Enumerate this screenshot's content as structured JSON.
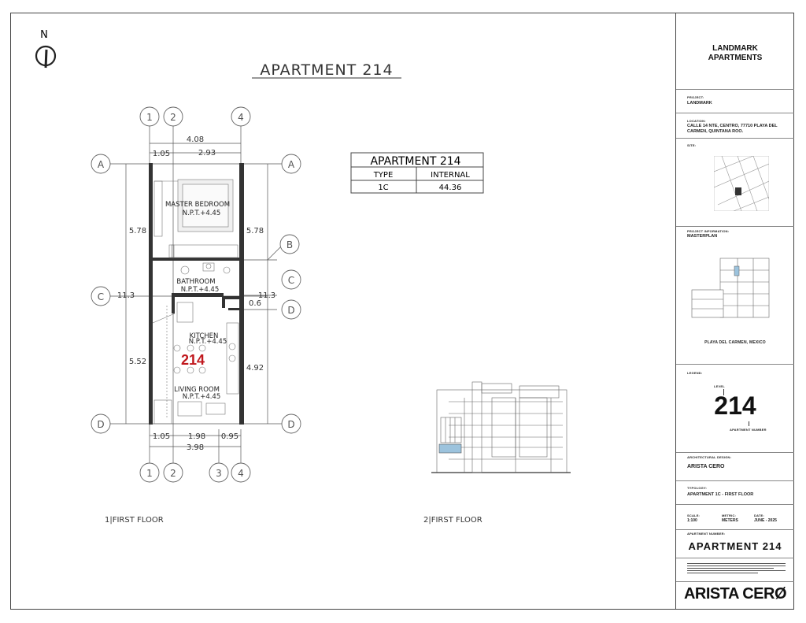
{
  "drawing": {
    "north_label": "N",
    "title": "APARTMENT 214",
    "unit_table": {
      "title": "APARTMENT 214",
      "headers": [
        "TYPE",
        "INTERNAL"
      ],
      "row": [
        "1C",
        "44.36"
      ]
    },
    "view1_label": "1|FIRST FLOOR",
    "view2_label": "2|FIRST FLOOR",
    "grid": {
      "cols_top": [
        "1",
        "2",
        "4"
      ],
      "cols_bottom": [
        "1",
        "2",
        "3",
        "4"
      ],
      "rows_left": [
        "A",
        "C",
        "D"
      ],
      "rows_right": [
        "A",
        "B",
        "C",
        "D"
      ]
    },
    "dims": {
      "top_total": "4.08",
      "top_a": "1.05",
      "top_b": "2.93",
      "left_upper": "5.78",
      "left_total": "11.3",
      "left_lower": "5.52",
      "right_upper": "5.78",
      "right_total": "11.3",
      "right_mid": "0.6",
      "right_lower": "4.92",
      "bot_a": "1.05",
      "bot_b": "1.98",
      "bot_c": "0.95",
      "bot_total": "3.98"
    },
    "rooms": [
      {
        "name": "MASTER BEDROOM",
        "level": "N.P.T.+4.45"
      },
      {
        "name": "BATHROOM",
        "level": "N.P.T.+4.45"
      },
      {
        "name": "KITCHEN",
        "level": "N.P.T.+4.45"
      },
      {
        "name": "LIVING ROOM",
        "level": "N.P.T.+4.45"
      }
    ],
    "unit_number": "214",
    "accent_red": "#c0181d",
    "highlight_blue": "#9cc3dd"
  },
  "title_block": {
    "heading": "LANDMARK\nAPARTMENTS",
    "project_label": "PROJECT:",
    "project_value": "LANDMARK",
    "location_label": "LOCATION:",
    "location_value": "CALLE 14 NTE, CENTRO, 77710 PLAYA DEL CARMEN, QUINTANA ROO.",
    "site_label": "SITE:",
    "project_info_label": "PROJECT INFORMATION:",
    "project_info_value": "MASTERPLAN",
    "masterplan_caption": "PLAYA DEL CARMEN, MEXICO",
    "legend_label": "LEGEND:",
    "level_label": "LEVEL",
    "level_number": "214",
    "apt_number_caption": "APARTMENT NUMBER",
    "arch_label": "ARCHITECTURAL DESIGN:",
    "arch_value": "ARISTA CERO",
    "typology_label": "TYPOLOGY:",
    "typology_value": "APARTMENT 1C - FIRST FLOOR",
    "scale_label": "SCALE:",
    "scale_value": "1:100",
    "metric_label": "METRIC:",
    "metric_value": "METERS",
    "date_label": "DATE:",
    "date_value": "JUNE - 2025",
    "apt_label": "APARTMENT NUMBER:",
    "apt_value": "APARTMENT 214",
    "brand": "ARISTA CERØ"
  }
}
